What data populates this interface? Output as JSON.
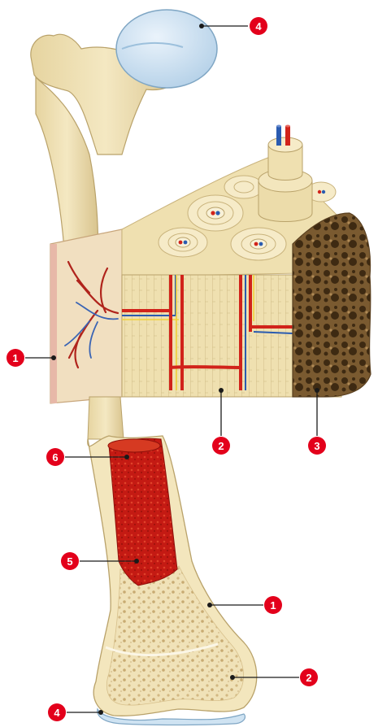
{
  "figure": {
    "title": "",
    "colors": {
      "bone": "#efe2b6",
      "bone_shadow": "#d9c48e",
      "bone_edge": "#b9a26a",
      "cartilage": "#cfe3f2",
      "cartilage_edge": "#7fa6c4",
      "marrow": "#c41a13",
      "marrow_light": "#e14a2a",
      "spongy": "#8a6a3a",
      "spongy_dark": "#5a4020",
      "artery": "#d1231a",
      "vein": "#2a5bb0",
      "nerve": "#f2d23a",
      "callout": "#e3001b"
    }
  },
  "callouts": [
    {
      "id": "callout-4-top",
      "label": "4"
    },
    {
      "id": "callout-1-left",
      "label": "1"
    },
    {
      "id": "callout-2-mid",
      "label": "2"
    },
    {
      "id": "callout-3-mid",
      "label": "3"
    },
    {
      "id": "callout-6",
      "label": "6"
    },
    {
      "id": "callout-5",
      "label": "5"
    },
    {
      "id": "callout-1-right",
      "label": "1"
    },
    {
      "id": "callout-2-right",
      "label": "2"
    },
    {
      "id": "callout-4-bottom",
      "label": "4"
    }
  ]
}
